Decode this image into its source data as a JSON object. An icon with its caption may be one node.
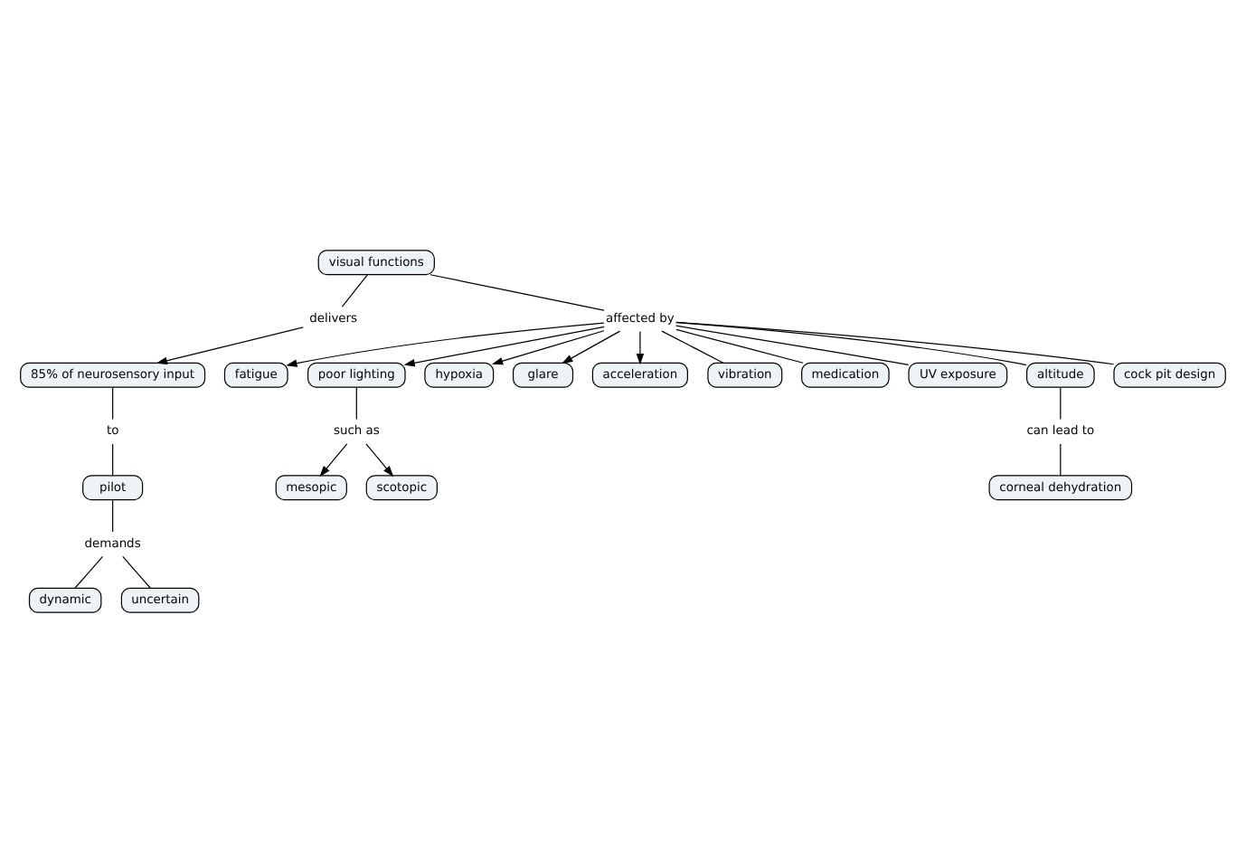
{
  "diagram": {
    "nodes": [
      {
        "text": [
          "85% of neurosensory input"
        ]
      },
      {
        "text": [
          "visual functions"
        ]
      },
      {
        "text": [
          "fatigue"
        ]
      },
      {
        "text": [
          "mesopic"
        ]
      },
      {
        "text": [
          "poor lighting"
        ]
      },
      {
        "text": [
          "such as"
        ]
      },
      {
        "text": [
          "delivers"
        ]
      },
      {
        "text": [
          "to"
        ]
      },
      {
        "text": [
          "scotopic"
        ]
      },
      {
        "text": [
          "hypoxia"
        ]
      },
      {
        "text": [
          "pilot"
        ]
      },
      {
        "text": [
          "affected by"
        ]
      },
      {
        "text": [
          "glare"
        ]
      },
      {
        "text": [
          "demands"
        ]
      },
      {
        "text": [
          "acceleration"
        ]
      },
      {
        "text": [
          "dynamic"
        ]
      },
      {
        "text": [
          "uncertain"
        ]
      },
      {
        "text": [
          "vibration"
        ]
      },
      {
        "text": [
          "medication"
        ]
      },
      {
        "text": [
          "UV exposure"
        ]
      },
      {
        "text": [
          "altitude"
        ]
      },
      {
        "text": [
          "cock pit design"
        ]
      },
      {
        "text": [
          "can lead to"
        ]
      },
      {
        "text": [
          "corneal dehydration"
        ]
      }
    ],
    "edges": [
      {
        "from": 1,
        "to": 6,
        "arrow": "none"
      },
      {
        "from": 6,
        "to": 0,
        "arrow": "to"
      },
      {
        "from": 0,
        "to": 7,
        "arrow": "none"
      },
      {
        "from": 7,
        "to": 10,
        "arrow": "none"
      },
      {
        "from": 10,
        "to": 13,
        "arrow": "none"
      },
      {
        "from": 13,
        "to": 15,
        "arrow": "none"
      },
      {
        "from": 13,
        "to": 16,
        "arrow": "none"
      },
      {
        "from": 1,
        "to": 11,
        "arrow": "none"
      },
      {
        "from": 11,
        "to": 2,
        "arrow": "to"
      },
      {
        "from": 11,
        "to": 4,
        "arrow": "to"
      },
      {
        "from": 11,
        "to": 9,
        "arrow": "to"
      },
      {
        "from": 11,
        "to": 12,
        "arrow": "to"
      },
      {
        "from": 11,
        "to": 14,
        "arrow": "to"
      },
      {
        "from": 11,
        "to": 17,
        "arrow": "none"
      },
      {
        "from": 11,
        "to": 18,
        "arrow": "none"
      },
      {
        "from": 11,
        "to": 21,
        "arrow": "none"
      },
      {
        "from": 11,
        "to": 19,
        "arrow": "none"
      },
      {
        "from": 11,
        "to": 20,
        "arrow": "none"
      },
      {
        "from": 4,
        "to": 5,
        "arrow": "none"
      },
      {
        "from": 5,
        "to": 3,
        "arrow": "to"
      },
      {
        "from": 5,
        "to": 8,
        "arrow": "to"
      },
      {
        "from": 20,
        "to": 22,
        "arrow": "none"
      },
      {
        "from": 22,
        "to": 23,
        "arrow": "none"
      }
    ]
  }
}
